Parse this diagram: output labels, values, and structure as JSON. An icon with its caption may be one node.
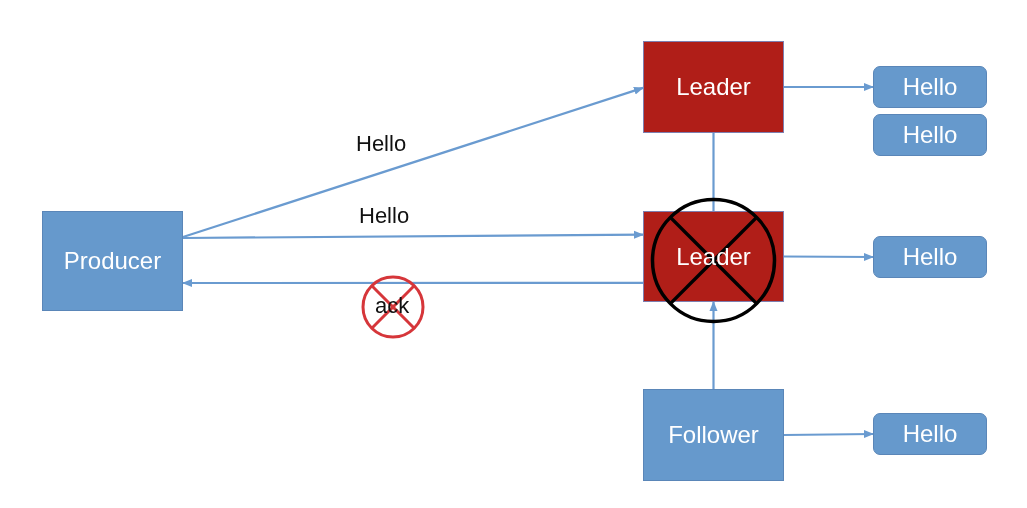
{
  "diagram": {
    "nodes": [
      {
        "text": [
          "Producer"
        ]
      },
      {
        "text": [
          "Leader"
        ]
      },
      {
        "text": [
          "Hello"
        ]
      },
      {
        "text": [
          "Hello"
        ]
      },
      {
        "text": [
          "Leader"
        ]
      },
      {
        "text": [
          "Hello"
        ]
      },
      {
        "text": [
          "Follower"
        ]
      },
      {
        "text": [
          "Hello"
        ]
      }
    ],
    "edges": [
      {
        "from": 0,
        "to": 1,
        "arrow": "to",
        "label": "Hello"
      },
      {
        "from": 0,
        "to": 4,
        "arrow": "to",
        "label": "Hello"
      },
      {
        "from": 4,
        "to": 0,
        "arrow": "to",
        "label": "ack"
      },
      {
        "from": 1,
        "to": 4,
        "arrow": "none"
      },
      {
        "from": 6,
        "to": 4,
        "arrow": "to"
      },
      {
        "from": 1,
        "to": 2,
        "arrow": "to"
      },
      {
        "from": 4,
        "to": 5,
        "arrow": "to"
      },
      {
        "from": 6,
        "to": 7,
        "arrow": "to"
      }
    ]
  }
}
